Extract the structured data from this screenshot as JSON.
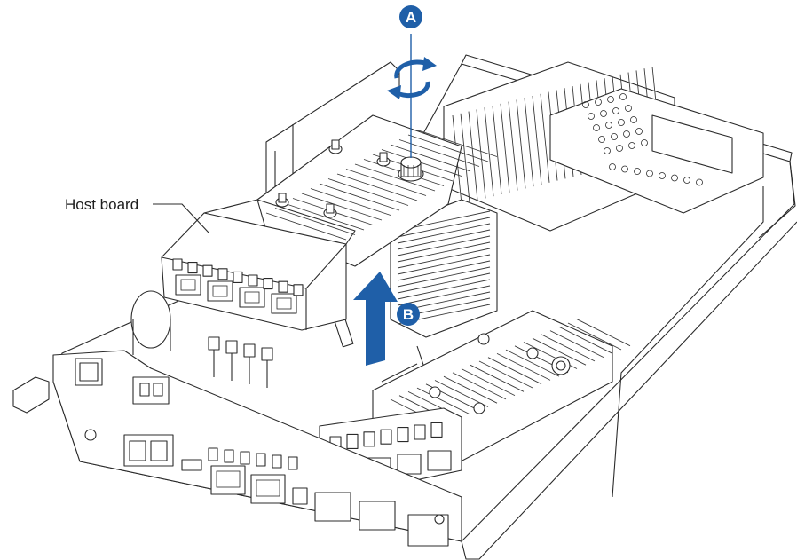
{
  "callouts": {
    "host_board": "Host board",
    "step_a": "A",
    "step_b": "B"
  },
  "colors": {
    "accent": "#1f5fa8",
    "line": "#2b2b2b"
  }
}
